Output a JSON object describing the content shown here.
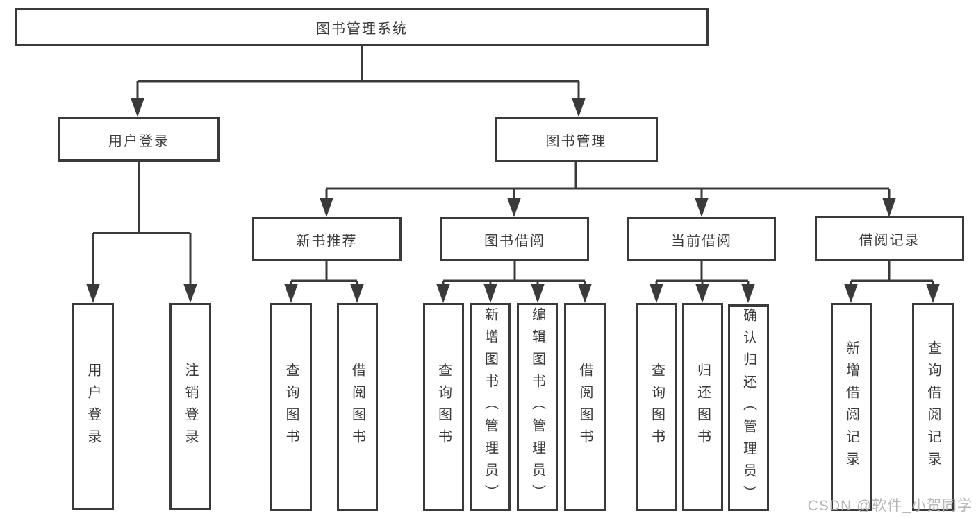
{
  "nodes": {
    "root": "图书管理系统",
    "level1": [
      "用户登录",
      "图书管理"
    ],
    "level2": [
      "新书推荐",
      "图书借阅",
      "当前借阅",
      "借阅记录"
    ],
    "leaves_user_login": [
      "用户登录",
      "注销登录"
    ],
    "leaves_new_book": [
      "查询图书",
      "借阅图书"
    ],
    "leaves_book_borrow": [
      "查询图书",
      "新增图书（管理员）",
      "编辑图书（管理员）",
      "借阅图书"
    ],
    "leaves_current_borrow": [
      "查询图书",
      "归还图书",
      "确认归还（管理员）"
    ],
    "leaves_borrow_record": [
      "新增借阅记录",
      "查询借阅记录"
    ]
  },
  "watermark": "CSDN @软件_小贺同学",
  "colors": {
    "line": "#3a3a3a",
    "text": "#3b3b3b",
    "background": "#ffffff",
    "watermark": "#b5b5b5"
  }
}
